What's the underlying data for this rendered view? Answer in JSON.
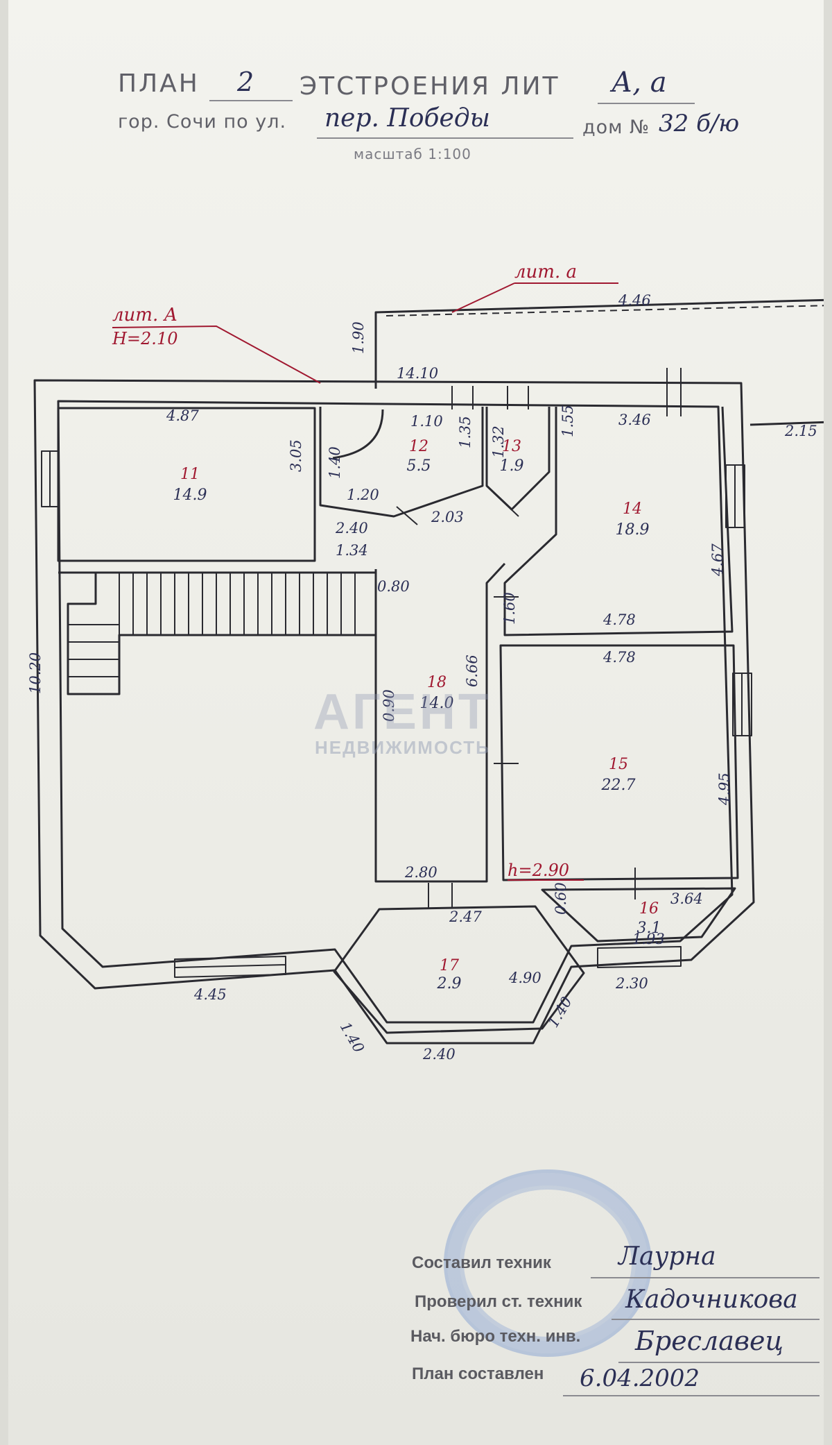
{
  "header": {
    "line1_prefix": "ПЛАН",
    "floor_no": "2",
    "line1_mid": "ЭТСТРОЕНИЯ ЛИТ",
    "litera": "А, а",
    "line2_prefix": "гор. Сочи по ул.",
    "street": "пер. Победы",
    "house_label": "дом №",
    "house_no": "32 б/ю",
    "scale": "масштаб 1:100"
  },
  "annotations": {
    "lit_a_big": "лит. А",
    "height_note": "Н=2.10",
    "lit_a_small": "лит. а",
    "room_height": "h=2.90"
  },
  "rooms": [
    {
      "no": "11",
      "area": "14.9"
    },
    {
      "no": "12",
      "area": "5.5"
    },
    {
      "no": "13",
      "area": "1.9"
    },
    {
      "no": "14",
      "area": "18.9"
    },
    {
      "no": "15",
      "area": "22.7"
    },
    {
      "no": "16",
      "area": "3.1"
    },
    {
      "no": "17",
      "area": "2.9"
    },
    {
      "no": "18",
      "area": "14.0"
    }
  ],
  "dims": {
    "d_446": "4.46",
    "d_190": "1.90",
    "d_1410": "14.10",
    "d_215": "2.15",
    "d_487": "4.87",
    "d_305": "3.05",
    "d_110": "1.10",
    "d_135": "1.35",
    "d_132": "1.32",
    "d_155": "1.55",
    "d_346": "3.46",
    "d_140a": "1.40",
    "d_120": "1.20",
    "d_203": "2.03",
    "d_240": "2.40",
    "d_134": "1.34",
    "d_080": "0.80",
    "d_666": "6.66",
    "d_160": "1.60",
    "d_478a": "4.78",
    "d_478b": "4.78",
    "d_467": "4.67",
    "d_1020": "10.20",
    "d_090": "0.90",
    "d_495": "4.95",
    "d_280": "2.80",
    "d_247": "2.47",
    "d_060": "0.60",
    "d_364": "3.64",
    "d_490": "4.90",
    "d_193": "1.93",
    "d_445": "4.45",
    "d_230": "2.30",
    "d_140b": "1.40",
    "d_140c": "1.40",
    "d_240b": "2.40"
  },
  "watermark": {
    "brand": "АГЕНТ",
    "sub": "НЕДВИЖИМОСТЬ"
  },
  "signatures": [
    {
      "label": "Составил техник",
      "name": "Лаурна"
    },
    {
      "label": "Проверил ст. техник",
      "name": "Кадочникова"
    },
    {
      "label": "Нач. бюро техн. инв.",
      "name": "Бреславец"
    },
    {
      "label": "План составлен",
      "name": "6.04.2002"
    }
  ],
  "colors": {
    "paper": "#f0f0ea",
    "ink_blue": "#2b2f55",
    "ink_red": "#a01830",
    "stamp": "#8ea7d4"
  }
}
